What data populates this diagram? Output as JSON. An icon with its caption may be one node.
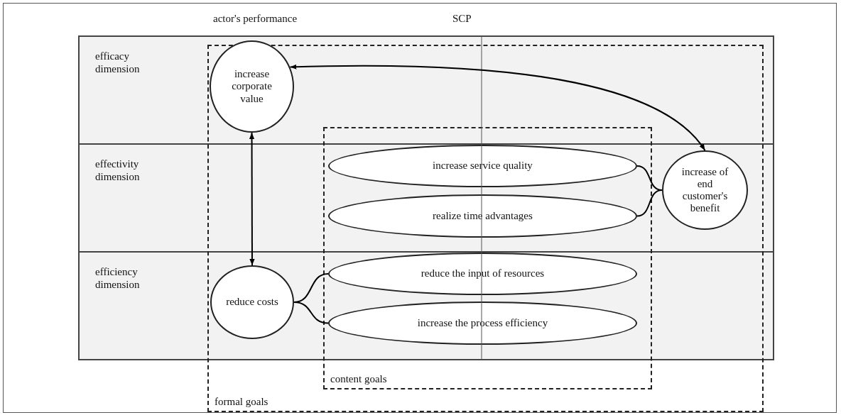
{
  "diagram": {
    "nodes": [
      {
        "text": [
          "formal goals"
        ]
      },
      {
        "text": [
          "content goals"
        ],
        "in": 0
      },
      {
        "text": [
          "increase corporate value"
        ],
        "in": 0
      },
      {
        "text": [
          "increase service quality"
        ],
        "in": 1
      },
      {
        "text": [
          "increase of end customer's benefit"
        ],
        "in": 0
      },
      {
        "text": [
          "realize time advantages"
        ],
        "in": 1
      },
      {
        "text": [
          "reduce costs"
        ],
        "in": 0
      },
      {
        "text": [
          "reduce the input of resources"
        ],
        "in": 1
      },
      {
        "text": [
          "increase the process efficiency"
        ],
        "in": 1
      }
    ],
    "edges": [
      {
        "from": 2,
        "to": 4,
        "arrow": "both"
      },
      {
        "from": 2,
        "to": 6,
        "arrow": "both"
      },
      {
        "from": 3,
        "to": 4,
        "arrow": "none"
      },
      {
        "from": 5,
        "to": 4,
        "arrow": "none"
      },
      {
        "from": 6,
        "to": 7,
        "arrow": "none"
      },
      {
        "from": 6,
        "to": 8,
        "arrow": "none"
      }
    ],
    "labels": [
      "actor's performance",
      "SCP",
      "efficacy dimension",
      "effectivity dimension",
      "efficiency dimension"
    ]
  }
}
